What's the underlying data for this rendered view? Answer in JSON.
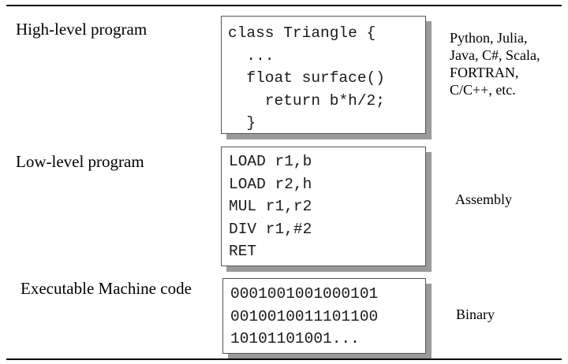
{
  "levels": [
    {
      "label": "High-level program",
      "code": [
        "class Triangle {",
        "  ...",
        "  float surface()",
        "    return b*h/2;",
        "  }"
      ],
      "languages": [
        "Python, Julia,",
        "Java, C#, Scala,",
        "FORTRAN,",
        "C/C++, etc."
      ]
    },
    {
      "label": "Low-level program",
      "code": [
        "LOAD r1,b",
        "LOAD r2,h",
        "MUL r1,r2",
        "DIV r1,#2",
        "RET"
      ],
      "languages": [
        "Assembly"
      ]
    },
    {
      "label": "Executable Machine code",
      "code": [
        "0001001001000101",
        "0010010011101100",
        "10101101001..."
      ],
      "languages": [
        "Binary"
      ]
    }
  ]
}
